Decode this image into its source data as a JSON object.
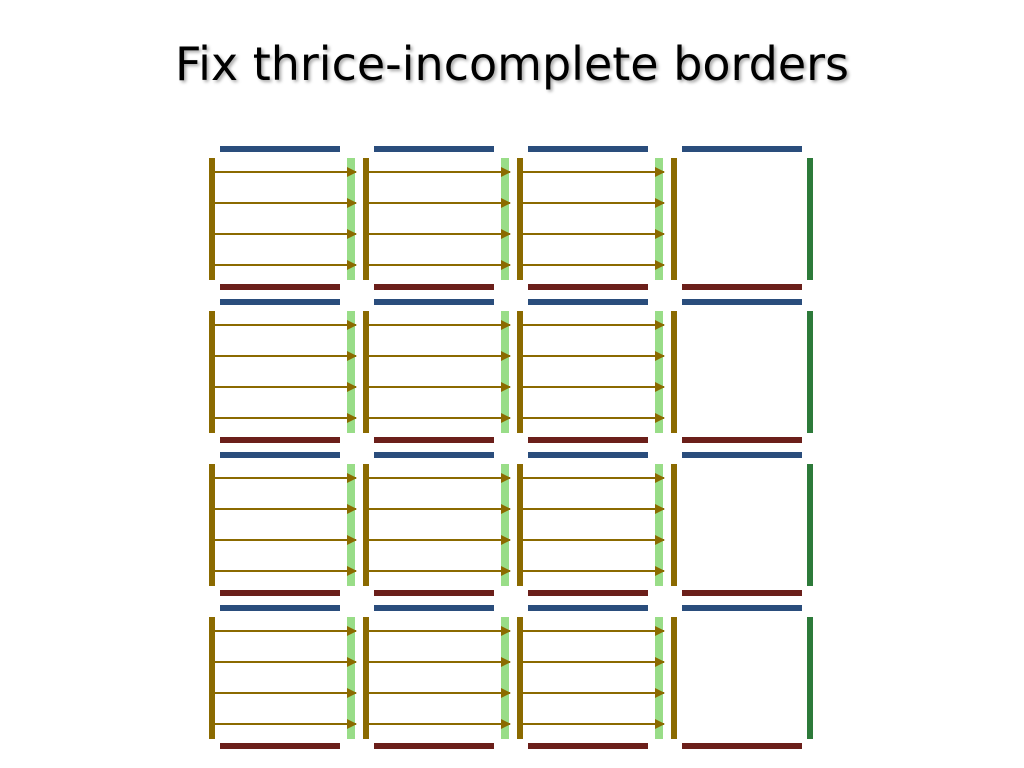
{
  "slide": {
    "title": "Fix thrice-incomplete borders"
  },
  "diagram": {
    "rows": 4,
    "cols": 4,
    "arrows_per_tile": 4,
    "tiles_with_arrows_per_row": 3,
    "colors": {
      "top_border": "#2a4d7c",
      "bottom_border": "#6b1f1a",
      "left_border": "#8b6a00",
      "right_border_light": "#99dd88",
      "right_border_last": "#2d7a3a",
      "arrow": "#8b6a00"
    }
  }
}
